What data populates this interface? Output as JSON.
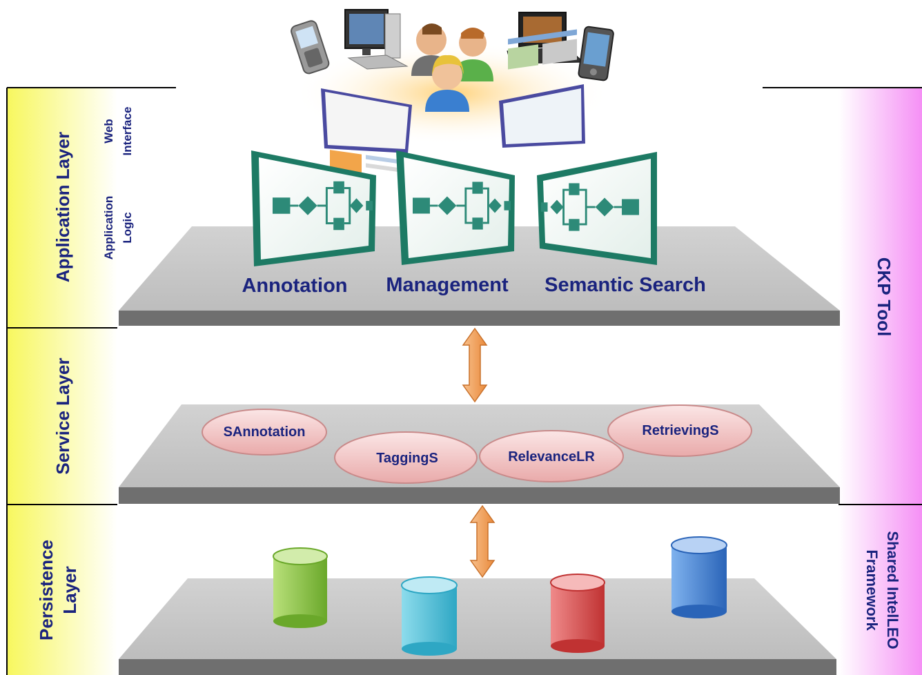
{
  "layers": {
    "application": "Application Layer",
    "service": "Service Layer",
    "persistence_line1": "Persistence",
    "persistence_line2": "Layer"
  },
  "sublayers": {
    "web_line1": "Web",
    "web_line2": "Interface",
    "logic_line1": "Application",
    "logic_line2": "Logic"
  },
  "right_labels": {
    "ckp_tool": "CKP Tool",
    "shared_line1": "Shared IntelLEO",
    "shared_line2": "Framework"
  },
  "modules": [
    "Annotation",
    "Management",
    "Semantic Search"
  ],
  "services": [
    "SAnnotation",
    "TaggingS",
    "RelevanceLR",
    "RetrievingS"
  ],
  "colors": {
    "label_text": "#1a237e",
    "left_band": "#fbfb8a",
    "right_band": "#f7a6f7",
    "platform_top": "#c8c8c8",
    "platform_edge": "#707070",
    "panel_border": "#1d7a64",
    "flow_shape": "#2d8a78",
    "service_oval": "#f2c4c4",
    "arrow": "#f3a463",
    "db_green": "#8cc63f",
    "db_cyan": "#4ec0d8",
    "db_red": "#d94b4b",
    "db_blue": "#3f7fd0"
  },
  "icons": [
    "mobile-phone-icon",
    "desktop-computer-icon",
    "users-group-icon",
    "laptop-icon",
    "pda-icon",
    "web-screen-icon",
    "database-icon"
  ]
}
